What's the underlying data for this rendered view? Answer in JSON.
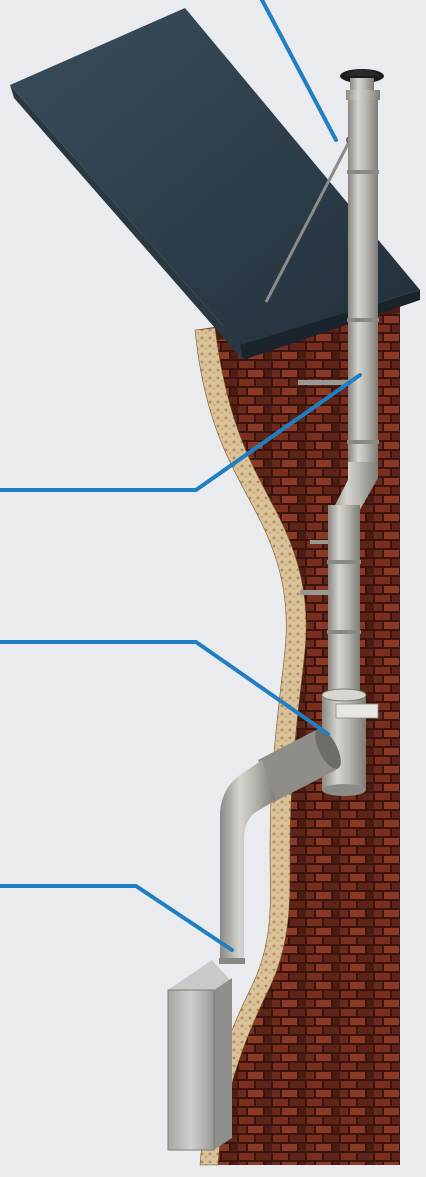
{
  "diagram": {
    "subject": "chimney-flue-system-cutaway",
    "background_color": "#e9ebef",
    "callout_color": "#1f7fc4",
    "brick_color": "#6e2a1c",
    "roof_color": "#2c3b47",
    "flue_color": "#b9b7b1",
    "insulation_color": "#d9c29a",
    "components": [
      {
        "id": "rain-cap"
      },
      {
        "id": "roof-support-stay"
      },
      {
        "id": "upper-flue-liner"
      },
      {
        "id": "offset-bend"
      },
      {
        "id": "wall-bracket"
      },
      {
        "id": "tee-connector"
      },
      {
        "id": "connector-pipe"
      },
      {
        "id": "stove"
      }
    ],
    "callouts": [
      {
        "id": "callout-roof-stay"
      },
      {
        "id": "callout-flue-liner"
      },
      {
        "id": "callout-tee"
      },
      {
        "id": "callout-connector-pipe"
      }
    ]
  }
}
